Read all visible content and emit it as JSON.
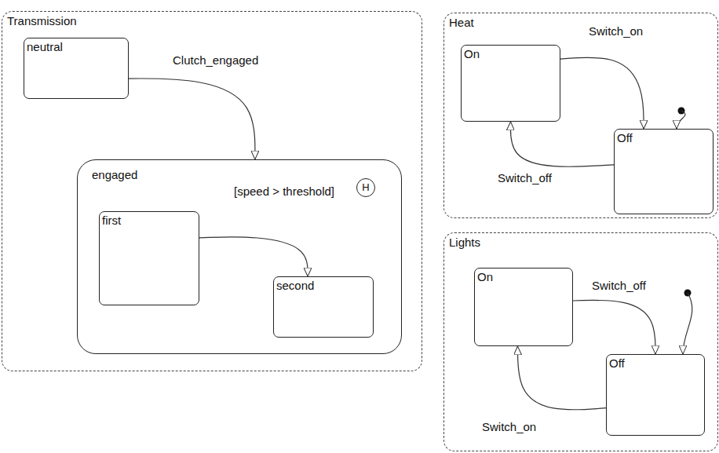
{
  "diagram": {
    "nodes": [
      {
        "text": [
          "Transmission"
        ]
      },
      {
        "text": [
          "neutral"
        ],
        "in": 0
      },
      {
        "text": [
          "engaged"
        ],
        "in": 0
      },
      {
        "text": [
          "H"
        ],
        "in": 2
      },
      {
        "text": [
          "first"
        ],
        "in": 2
      },
      {
        "text": [
          "second"
        ],
        "in": 2
      },
      {
        "text": [
          "Heat"
        ]
      },
      {
        "text": [
          "On"
        ],
        "in": 6
      },
      {
        "text": [
          "Off"
        ],
        "in": 6
      },
      {
        "text": [
          "Lights"
        ]
      },
      {
        "text": [
          "On"
        ],
        "in": 9
      },
      {
        "text": [
          "Off"
        ],
        "in": 9
      }
    ],
    "edges": [
      {
        "from": 1,
        "to": 2,
        "label": "Clutch_engaged",
        "arrow": "to"
      },
      {
        "from": 4,
        "to": 5,
        "label": "[speed > threshold]",
        "arrow": "to"
      },
      {
        "from": 7,
        "to": 8,
        "label": "Switch_on",
        "arrow": "to"
      },
      {
        "from": 8,
        "to": 7,
        "label": "Switch_off",
        "arrow": "to"
      },
      {
        "from": 10,
        "to": 11,
        "label": "Switch_off",
        "arrow": "to"
      },
      {
        "from": 11,
        "to": 10,
        "label": "Switch_on",
        "arrow": "to"
      }
    ]
  }
}
